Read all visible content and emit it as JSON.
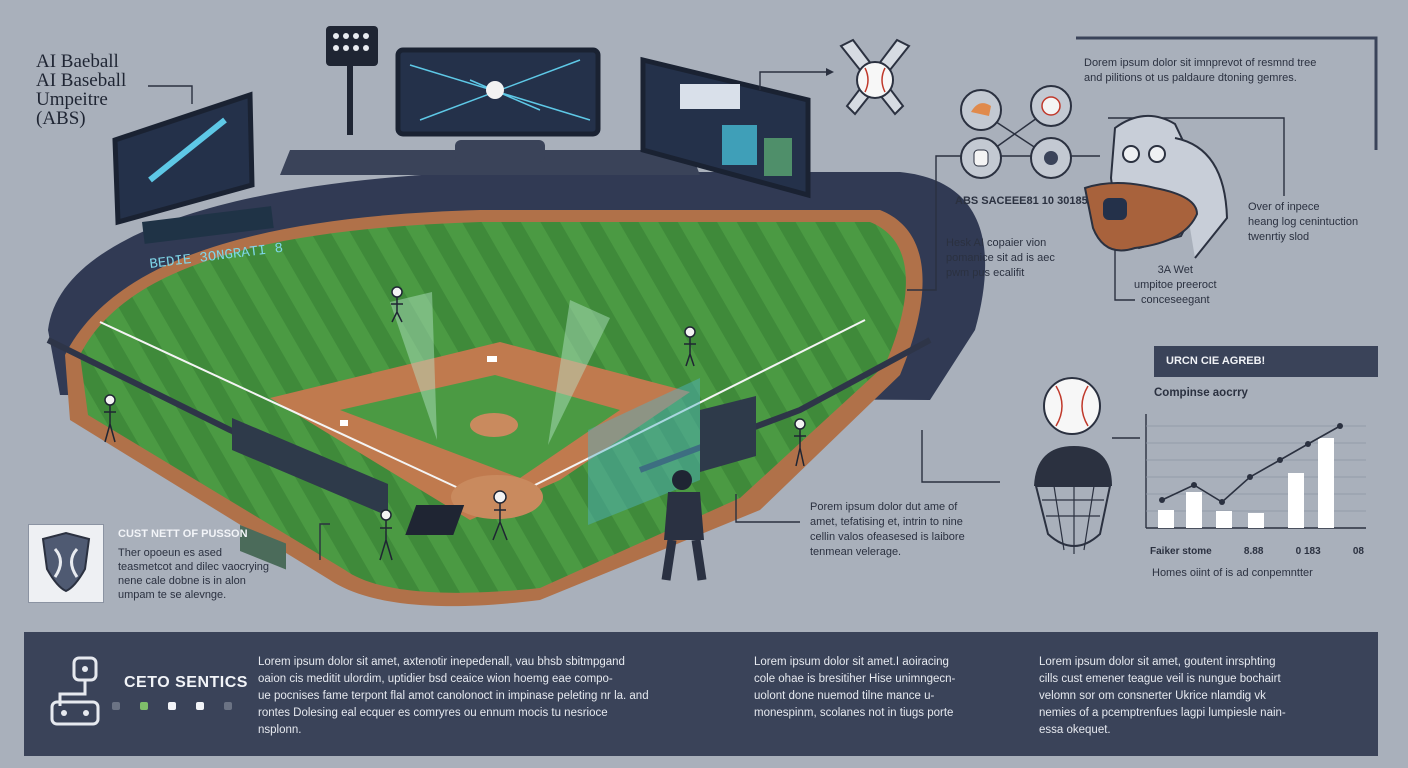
{
  "title": {
    "line1": "AI Baeball",
    "line2": "AI Baseball",
    "line3": "Umpeitre",
    "line4": "(ABS)"
  },
  "stadium": {
    "ribbon_text": "BEDIE 3ONGRATI 8"
  },
  "top_right_note": {
    "line1": "Dorem ipsum dolor sit imnprevot of resmnd tree",
    "line2": "and pilitions ot us paldaure dtoning gemres."
  },
  "abs_label": "ABS SACEEE81 10 30185",
  "left_note": {
    "line1": "Hesk AI copaier vion",
    "line2": "pomanice sit ad is aec",
    "line3": "pwm pus ecalifit"
  },
  "right_note": {
    "line1": "Over of inpece",
    "line2": "heang log cenintuction",
    "line3": "twenrtiy slod"
  },
  "umpire_note": {
    "line1": "3A Wet",
    "line2": "umpitoe preeroct",
    "line3": "conceseegant"
  },
  "banner_label": "URCN CIE AGREB!",
  "chart_data": {
    "type": "bar",
    "title": "Compinse aocrry",
    "categories": [
      "Faiker stome",
      "8.88",
      "0 183",
      "08"
    ],
    "values": [
      18,
      36,
      17,
      15,
      55,
      90
    ],
    "line_values": [
      28,
      43,
      26,
      51,
      68,
      84,
      102
    ],
    "caption": "Homes oiint of is ad conpemntter",
    "bar_color": "#ffffff",
    "line_color": "#2b3140"
  },
  "mid_note": {
    "line1": "Porem ipsum dolor dut ame of",
    "line2": "amet, tefatising et, intrin to nine",
    "line3": "cellin valos ofeasesed is laibore",
    "line4": "tenmean velerage."
  },
  "info_card": {
    "heading": "CUST NETT OF PUSSON",
    "line1": "Ther opoeun es ased",
    "line2": "teasmetcot and dilec vaocrying",
    "line3": "nene cale dobne is in alon",
    "line4": "umpam te se alevnge."
  },
  "footer": {
    "brand": "CETO SENTICS",
    "col1": {
      "line1": "Lorem ipsum dolor sit amet, axtenotir inepedenall, vau bhsb sbitmpgand",
      "line2": "oaion cis meditit ulordim, uptidier bsd ceaice wion hoemg eae compo-",
      "line3": "ue pocnises fame terpont flal amot canolonoct in impinase peleting nr la. and",
      "line4": "rontes Dolesing eal ecquer es comryres ou ennum mocis tu nesrioce",
      "line5": "nsplonn."
    },
    "col2": {
      "line1": "Lorem ipsum dolor sit amet.I aoiracing",
      "line2": "cole ohae is bresitiher Hise unimngecn-",
      "line3": "uolont done nuemod tilne mance u-",
      "line4": "monespinm, scolanes not in tiugs porte"
    },
    "col3": {
      "line1": "Lorem ipsum dolor sit amet, goutent inrsphting",
      "line2": "cills cust emener teague veil is nungue bochairt",
      "line3": "velomn sor om consnerter Ukrice nlamdig vk",
      "line4": "nemies of a pcemptrenfues lagpi lumpiesle nain-",
      "line5": "essa okequet."
    },
    "dot_colors": [
      "#6b7384",
      "#7fbf6a",
      "#f2f4f8",
      "#f2f4f8",
      "#6b7384"
    ]
  },
  "icons": [
    "stadium-light-icon",
    "baseball-bats-icon",
    "helmet-icon",
    "ball-icon",
    "glove-icon",
    "mask-icon",
    "shield-icon",
    "camera-icon"
  ]
}
